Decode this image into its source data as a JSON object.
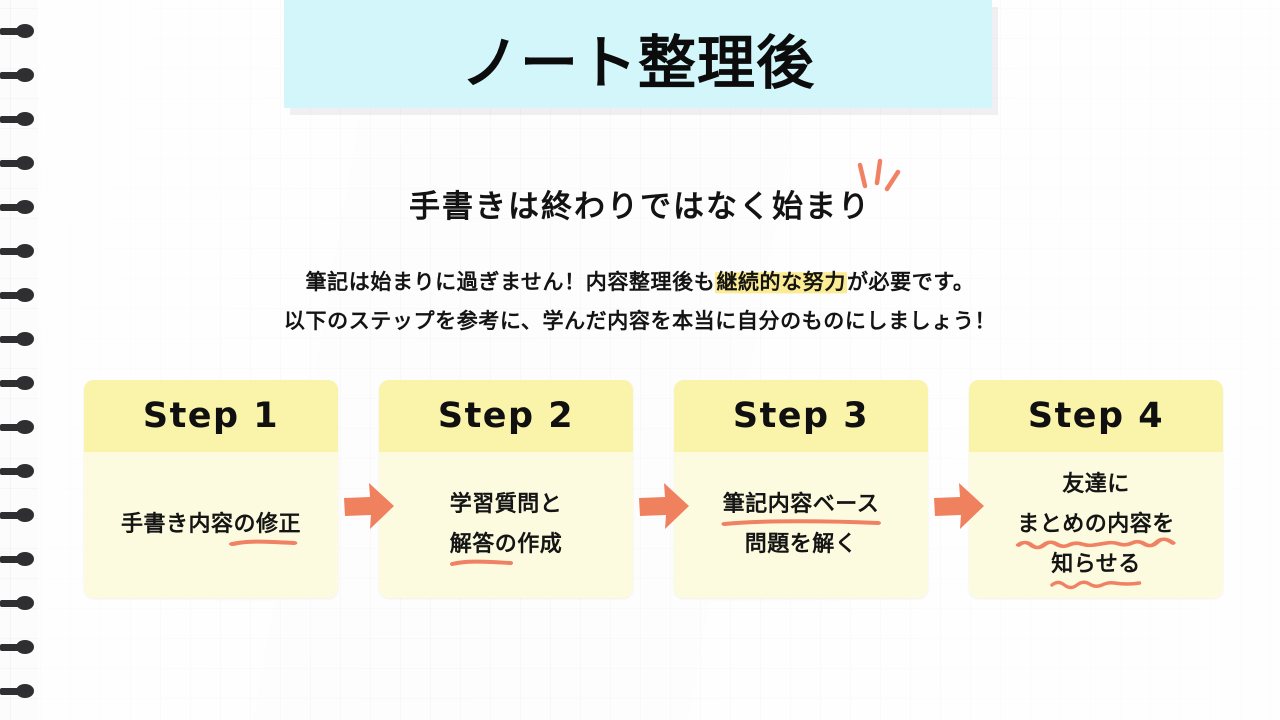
{
  "slide": {
    "title": "ノート整理後",
    "headline": "手書きは終わりではなく始まり",
    "body_line_1_pre": "筆記は始まりに過ぎません！内容整理後も",
    "body_line_1_highlight": "継続的な努力",
    "body_line_1_post": "が必要です。",
    "body_line_2": "以下のステップを参考に、学んだ内容を本当に自分のものにしましょう！"
  },
  "steps": [
    {
      "header": "Step 1",
      "lines": [
        "手書き内容の修正"
      ],
      "underline_style": "straight"
    },
    {
      "header": "Step 2",
      "lines": [
        "学習質問と",
        "解答の作成"
      ],
      "underline_style": "straight"
    },
    {
      "header": "Step 3",
      "lines": [
        "筆記内容ベース",
        "問題を解く"
      ],
      "underline_style": "straight"
    },
    {
      "header": "Step 4",
      "lines": [
        "友達に",
        "まとめの内容を",
        "知らせる"
      ],
      "underline_style": "wavy"
    }
  ],
  "arrows": {
    "glyph": "arrow-right-icon",
    "count": 3
  },
  "colors": {
    "page_background": "#fdfcfc",
    "banner": "#d2f6fa",
    "card_header": "#f9f4a9",
    "card_body": "#fdfbdf",
    "accent_orange": "#f08163",
    "highlight_yellow": "#fbeb93",
    "ink": "#101010",
    "binding": "#2f2f31"
  },
  "binding": {
    "ring_count": 16,
    "name": "spiral-binding"
  }
}
